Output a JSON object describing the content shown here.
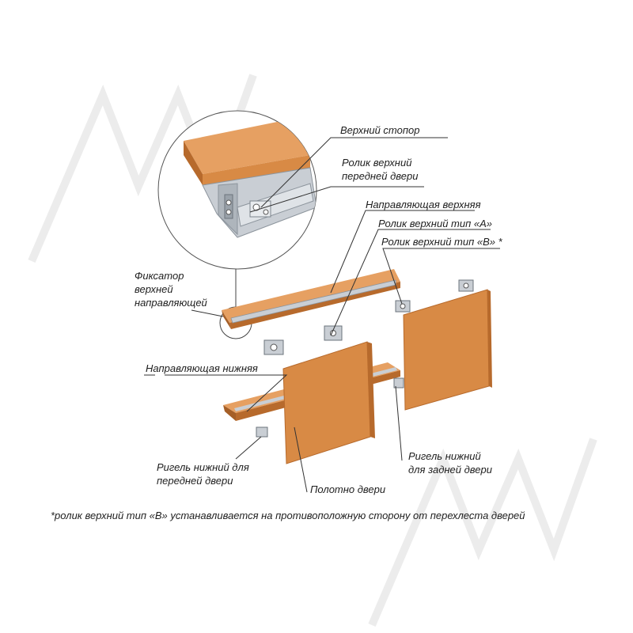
{
  "labels": {
    "upper_stop": "Верхний стопор",
    "front_upper_roller": [
      "Ролик верхний",
      "передней двери"
    ],
    "upper_guide": "Направляющая верхняя",
    "roller_type_a": "Ролик верхний тип «A»",
    "roller_type_b": "Ролик верхний тип «B» *",
    "guide_fixer": [
      "Фиксатор",
      "верхней",
      "направляющей"
    ],
    "lower_guide": "Направляющая нижняя",
    "front_lower_bolt": [
      "Ригель нижний для",
      "передней двери"
    ],
    "rear_lower_bolt": [
      "Ригель нижний",
      "для задней двери"
    ],
    "door_panel": "Полотно двери"
  },
  "footnote": "*ролик верхний тип «B» устанавливается на противоположную сторону от перехлеста дверей",
  "colors": {
    "wood": "#d88a45",
    "wood_top": "#e6a062",
    "wood_edge": "#b76a2c",
    "metal": "#c9ced4",
    "metal_dark": "#8c949c",
    "leader": "#333333",
    "watermark": "#ececec"
  }
}
